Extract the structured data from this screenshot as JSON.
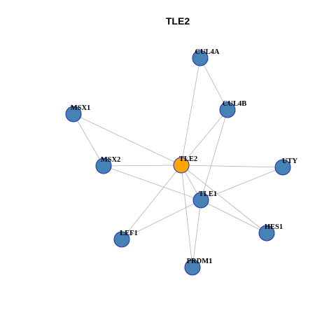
{
  "title": "TLE2",
  "colors": {
    "hub": "#FFA500",
    "node": "#4682B4",
    "node_border": "#1F2FB8",
    "edge": "#B3B3B3"
  },
  "nodes": [
    {
      "id": "TLE2",
      "label": "TLE2",
      "hub": true
    },
    {
      "id": "CUL4A",
      "label": "CUL4A",
      "hub": false
    },
    {
      "id": "CUL4B",
      "label": "CUL4B",
      "hub": false
    },
    {
      "id": "MSX1",
      "label": "MSX1",
      "hub": false
    },
    {
      "id": "MSX2",
      "label": "MSX2",
      "hub": false
    },
    {
      "id": "UTY",
      "label": "UTY",
      "hub": false
    },
    {
      "id": "TLE1",
      "label": "TLE1",
      "hub": false
    },
    {
      "id": "HES1",
      "label": "HES1",
      "hub": false
    },
    {
      "id": "LEF1",
      "label": "LEF1",
      "hub": false
    },
    {
      "id": "PRDM1",
      "label": "PRDM1",
      "hub": false
    }
  ],
  "edges": [
    {
      "source": "TLE2",
      "target": "CUL4A"
    },
    {
      "source": "TLE2",
      "target": "CUL4B"
    },
    {
      "source": "CUL4A",
      "target": "CUL4B"
    },
    {
      "source": "TLE2",
      "target": "MSX2"
    },
    {
      "source": "TLE2",
      "target": "UTY"
    },
    {
      "source": "TLE2",
      "target": "TLE1"
    },
    {
      "source": "TLE2",
      "target": "HES1"
    },
    {
      "source": "TLE2",
      "target": "LEF1"
    },
    {
      "source": "TLE2",
      "target": "PRDM1"
    },
    {
      "source": "MSX1",
      "target": "TLE2"
    },
    {
      "source": "MSX1",
      "target": "MSX2"
    },
    {
      "source": "MSX2",
      "target": "TLE1"
    },
    {
      "source": "CUL4B",
      "target": "TLE1"
    },
    {
      "source": "UTY",
      "target": "TLE1"
    },
    {
      "source": "TLE1",
      "target": "HES1"
    },
    {
      "source": "TLE1",
      "target": "LEF1"
    },
    {
      "source": "TLE1",
      "target": "PRDM1"
    }
  ]
}
